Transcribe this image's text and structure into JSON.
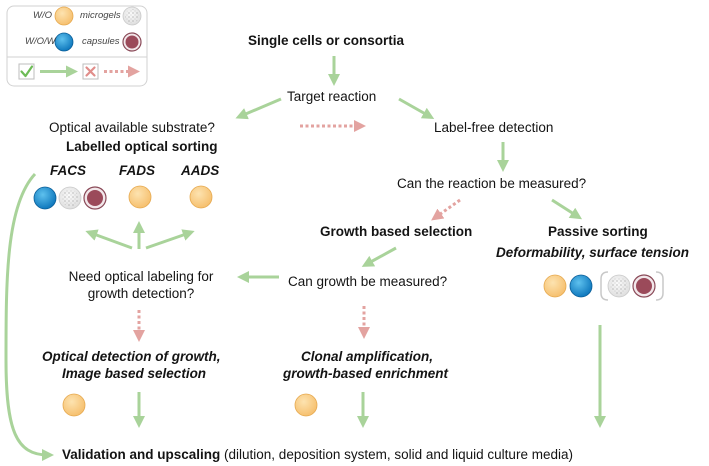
{
  "legend": {
    "wo": "W/O",
    "wow": "W/O/W",
    "microgels": "microgels",
    "capsules": "capsules"
  },
  "nodes": {
    "start": "Single cells or consortia",
    "target": "Target reaction",
    "optical_available": "Optical available substrate?",
    "label_free": "Label-free detection",
    "labelled_sorting": "Labelled optical sorting",
    "facs": "FACS",
    "fads": "FADS",
    "aads": "AADS",
    "can_measure": "Can the reaction be measured?",
    "growth_selection": "Growth based selection",
    "passive_sorting": "Passive sorting",
    "deformability": "Deformability, surface tension",
    "need_optical_1": "Need optical labeling for",
    "need_optical_2": "growth detection?",
    "can_growth": "Can growth be measured?",
    "optical_growth_1": "Optical detection of growth,",
    "optical_growth_2": "Image based selection",
    "clonal_1": "Clonal amplification,",
    "clonal_2": "growth-based enrichment",
    "validation_bold": "Validation and upscaling",
    "validation_rest": " (dilution, deposition system, solid and liquid culture media)"
  },
  "colors": {
    "yes_arrow": "#a9d39a",
    "no_arrow": "#e3a3a0",
    "wo_droplet": "#f8c97f",
    "wow_droplet": "#1c8fd0",
    "capsule": "#9b4a5a",
    "microgel": "#e9e9e9"
  }
}
